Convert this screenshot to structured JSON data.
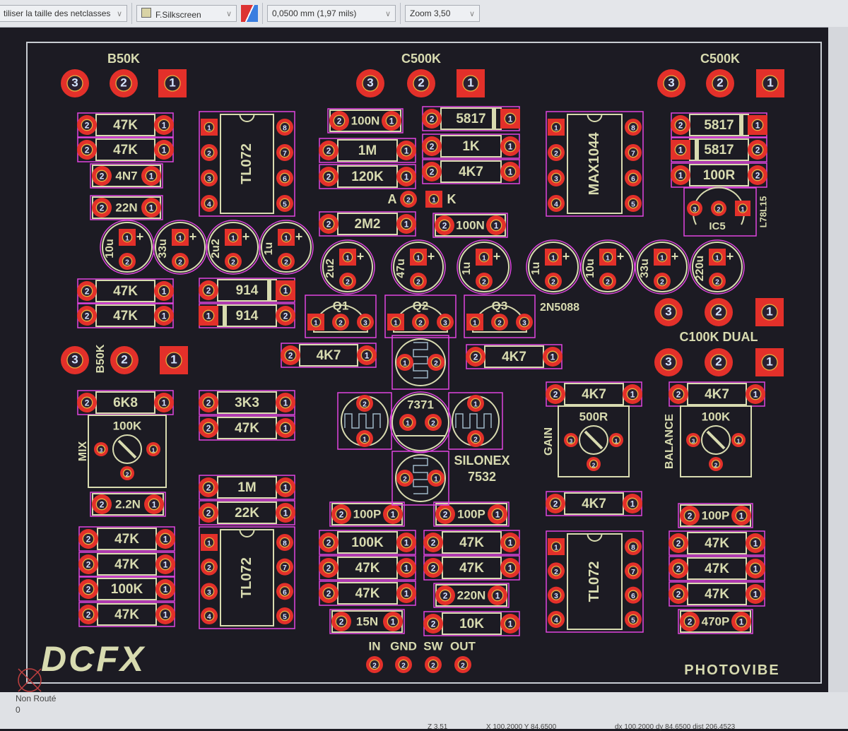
{
  "toolbar": {
    "netclass_select": "tiliser la taille des netclasses",
    "layer_select": "F.Silkscreen",
    "grid_select": "0,0500 mm (1,97 mils)",
    "zoom_select": "Zoom 3,50"
  },
  "status": {
    "unrouted_label": "Non Routé",
    "unrouted_count": "0",
    "zoom_readout": "Z 3,51",
    "cursor_readout": "X 100,2000  Y 84,6500",
    "delta_readout": "dx 100,2000  dy 84,6500  dist 206,4523"
  },
  "colors": {
    "background": "#1c1b23",
    "silkscreen": "#d8dbb0",
    "courtyard": "#e045e0",
    "pad": "#e3302a",
    "fab": "#9fb8c8"
  },
  "board": {
    "logo": "DCFX",
    "brand": "PHOTOVIBE",
    "pot_labels": [
      "B50K",
      "C500K",
      "C500K",
      "C100K DUAL",
      "B50K"
    ],
    "led_anode": "A",
    "led_cathode": "K",
    "transistor_part": "2N5088",
    "ldr_part_line1": "SILONEX",
    "ldr_part_line2": "7532",
    "ldr_center_label": "7371",
    "regulator_ref": "IC5",
    "regulator_part": "L78L15",
    "trim_labels": [
      "MIX",
      "GAIN",
      "BALANCE"
    ],
    "trim_values": [
      "100K",
      "500R",
      "100K"
    ],
    "connector_labels": [
      "IN",
      "GND",
      "SW",
      "OUT"
    ]
  },
  "components": [
    {
      "label": "47K",
      "pads": [
        "2",
        "1"
      ]
    },
    {
      "label": "47K",
      "pads": [
        "2",
        "1"
      ]
    },
    {
      "label": "4N7",
      "pads": [
        "2",
        "1"
      ]
    },
    {
      "label": "22N",
      "pads": [
        "2",
        "1"
      ]
    },
    {
      "label": "47K",
      "pads": [
        "2",
        "1"
      ]
    },
    {
      "label": "47K",
      "pads": [
        "2",
        "1"
      ]
    },
    {
      "label": "914",
      "pads": [
        "2",
        "1"
      ]
    },
    {
      "label": "914",
      "pads": [
        "1",
        "2"
      ]
    },
    {
      "label": "100N",
      "pads": [
        "2",
        "1"
      ]
    },
    {
      "label": "1M",
      "pads": [
        "2",
        "1"
      ]
    },
    {
      "label": "120K",
      "pads": [
        "2",
        "1"
      ]
    },
    {
      "label": "5817",
      "pads": [
        "2",
        "1"
      ]
    },
    {
      "label": "1K",
      "pads": [
        "2",
        "1"
      ]
    },
    {
      "label": "4K7",
      "pads": [
        "2",
        "1"
      ]
    },
    {
      "label": "2M2",
      "pads": [
        "2",
        "1"
      ]
    },
    {
      "label": "100N",
      "pads": [
        "2",
        "1"
      ]
    },
    {
      "label": "5817",
      "pads": [
        "2",
        "1"
      ]
    },
    {
      "label": "5817",
      "pads": [
        "1",
        "2"
      ]
    },
    {
      "label": "100R",
      "pads": [
        "1",
        "2"
      ]
    },
    {
      "label": "4K7",
      "pads": [
        "2",
        "1"
      ]
    },
    {
      "label": "4K7",
      "pads": [
        "2",
        "1"
      ]
    },
    {
      "label": "6K8",
      "pads": [
        "2",
        "1"
      ]
    },
    {
      "label": "3K3",
      "pads": [
        "2",
        "1"
      ]
    },
    {
      "label": "47K",
      "pads": [
        "2",
        "1"
      ]
    },
    {
      "label": "4K7",
      "pads": [
        "2",
        "1"
      ]
    },
    {
      "label": "4K7",
      "pads": [
        "2",
        "1"
      ]
    },
    {
      "label": "2.2N",
      "pads": [
        "2",
        "1"
      ]
    },
    {
      "label": "1M",
      "pads": [
        "2",
        "1"
      ]
    },
    {
      "label": "22K",
      "pads": [
        "2",
        "1"
      ]
    },
    {
      "label": "47K",
      "pads": [
        "2",
        "1"
      ]
    },
    {
      "label": "47K",
      "pads": [
        "2",
        "1"
      ]
    },
    {
      "label": "100K",
      "pads": [
        "2",
        "1"
      ]
    },
    {
      "label": "47K",
      "pads": [
        "2",
        "1"
      ]
    },
    {
      "label": "100P",
      "pads": [
        "2",
        "1"
      ]
    },
    {
      "label": "100K",
      "pads": [
        "2",
        "1"
      ]
    },
    {
      "label": "47K",
      "pads": [
        "2",
        "1"
      ]
    },
    {
      "label": "47K",
      "pads": [
        "2",
        "1"
      ]
    },
    {
      "label": "15N",
      "pads": [
        "2",
        "1"
      ]
    },
    {
      "label": "100P",
      "pads": [
        "2",
        "1"
      ]
    },
    {
      "label": "47K",
      "pads": [
        "2",
        "1"
      ]
    },
    {
      "label": "47K",
      "pads": [
        "2",
        "1"
      ]
    },
    {
      "label": "220N",
      "pads": [
        "2",
        "1"
      ]
    },
    {
      "label": "10K",
      "pads": [
        "2",
        "1"
      ]
    },
    {
      "label": "4K7",
      "pads": [
        "2",
        "1"
      ]
    },
    {
      "label": "100P",
      "pads": [
        "2",
        "1"
      ]
    },
    {
      "label": "47K",
      "pads": [
        "2",
        "1"
      ]
    },
    {
      "label": "47K",
      "pads": [
        "2",
        "1"
      ]
    },
    {
      "label": "47K",
      "pads": [
        "2",
        "1"
      ]
    },
    {
      "label": "470P",
      "pads": [
        "2",
        "1"
      ]
    }
  ],
  "ics": [
    {
      "label": "TL072"
    },
    {
      "label": "MAX1044"
    },
    {
      "label": "TL072"
    },
    {
      "label": "TL072"
    }
  ],
  "electrolytics": [
    "10u",
    "33u",
    "2u2",
    "1u",
    "2u2",
    "47u",
    "1u",
    "1u",
    "10u",
    "33u",
    "220u"
  ],
  "transistors": [
    "Q1",
    "Q2",
    "Q3"
  ]
}
